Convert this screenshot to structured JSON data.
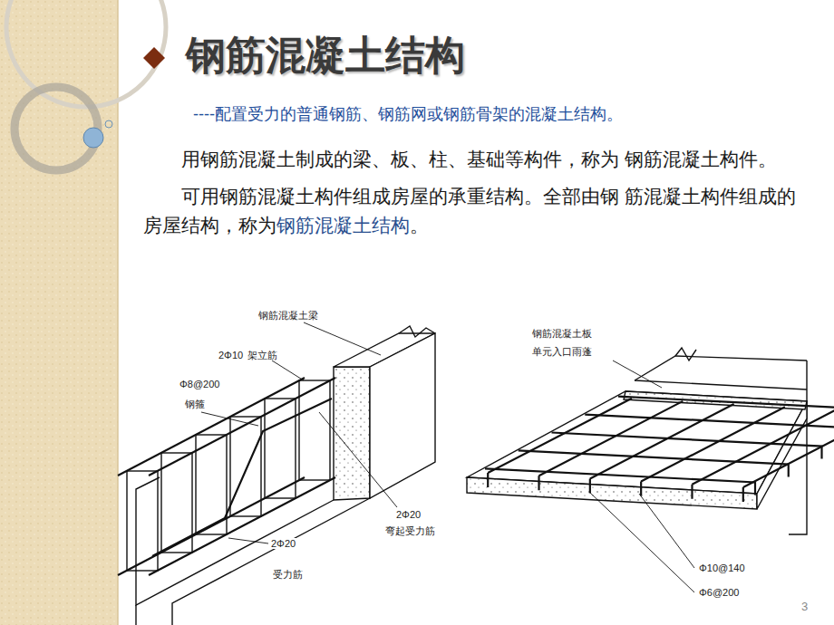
{
  "diagram": {
    "title": "钢筋混凝土结构",
    "labels": [
      "----配置受力的普通钢筋、钢筋网或钢筋骨架的混凝土结构。",
      "用钢筋混凝土制成的梁、板、柱、基础等构件，称为 钢筋混凝土构件。",
      "可用钢筋混凝土构件组成房屋的承重结构。全部由钢 筋混凝土构件组成的房屋结构，称为",
      "钢筋混凝土结构",
      "。",
      "钢筋混凝土梁",
      "2Φ10",
      "架立筋",
      "Φ8@200",
      "钢箍",
      "2Φ20",
      "弯起受力筋",
      "2Φ20",
      "受力筋",
      "钢筋混凝土板",
      "单元入口雨蓬",
      "Φ10@140",
      "Φ6@200",
      "3"
    ]
  }
}
